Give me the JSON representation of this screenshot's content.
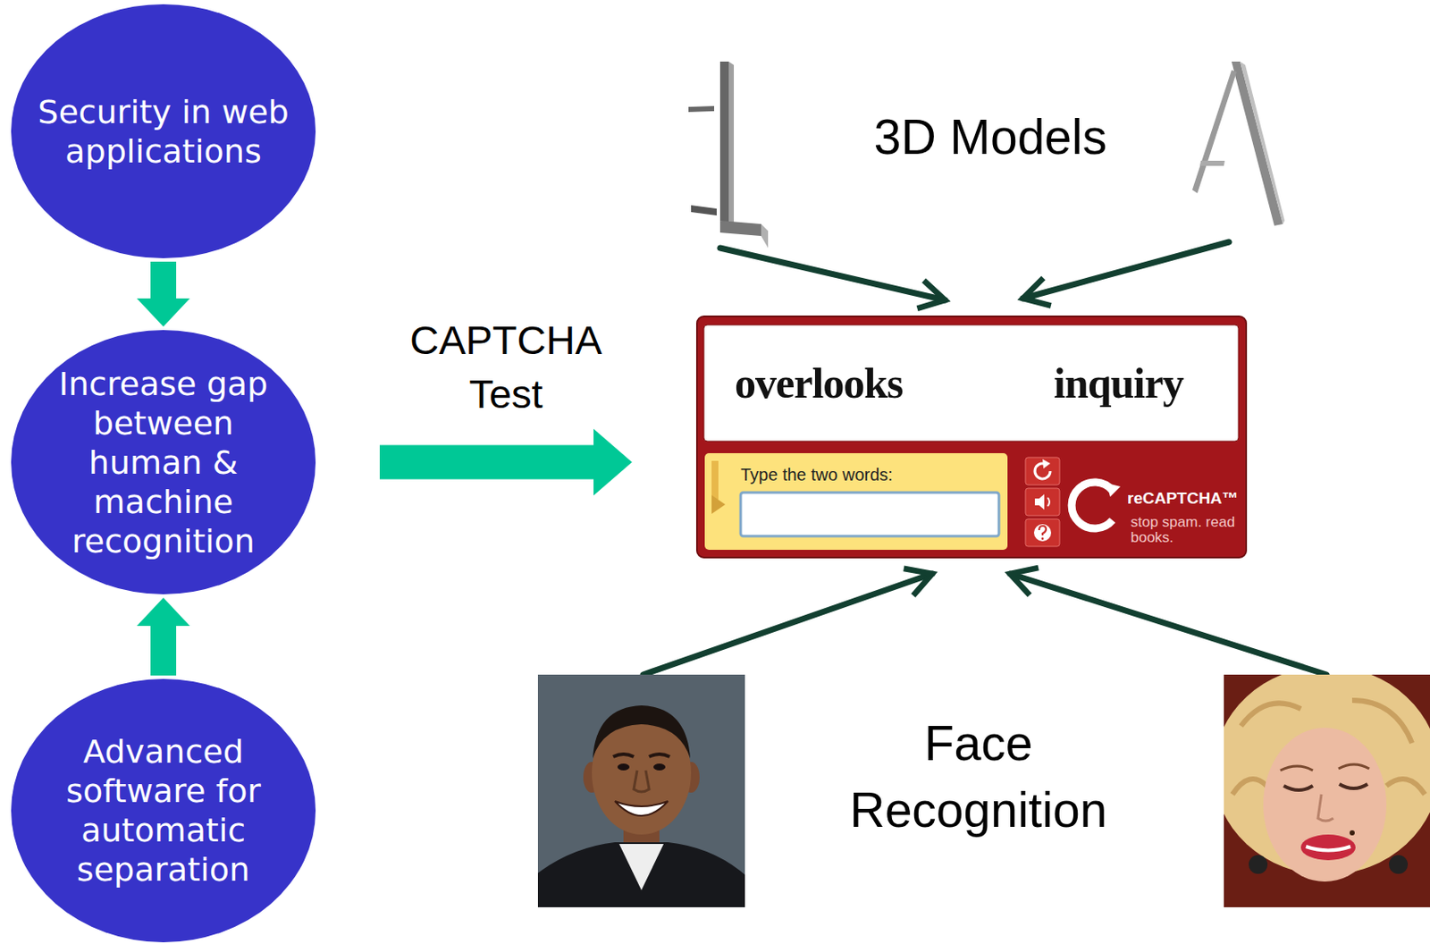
{
  "diagram": {
    "nodes": [
      {
        "text": [
          "Security in web applications"
        ]
      },
      {
        "text": [
          "Increase gap between human & machine recognition"
        ]
      },
      {
        "text": [
          "Advanced software for automatic separation"
        ]
      },
      {
        "text": [
          "overlooks",
          "inquiry",
          "Type the two words:",
          "reCAPTCHA™",
          "stop spam. read books."
        ]
      }
    ],
    "edges": [
      {
        "from": 0,
        "to": 1,
        "arrow": "to"
      },
      {
        "from": 2,
        "to": 1,
        "arrow": "to"
      },
      {
        "from": 1,
        "to": 3,
        "label": "CAPTCHA Test",
        "arrow": "to"
      }
    ],
    "labels": [
      "3D Models",
      "Face Recognition"
    ]
  }
}
